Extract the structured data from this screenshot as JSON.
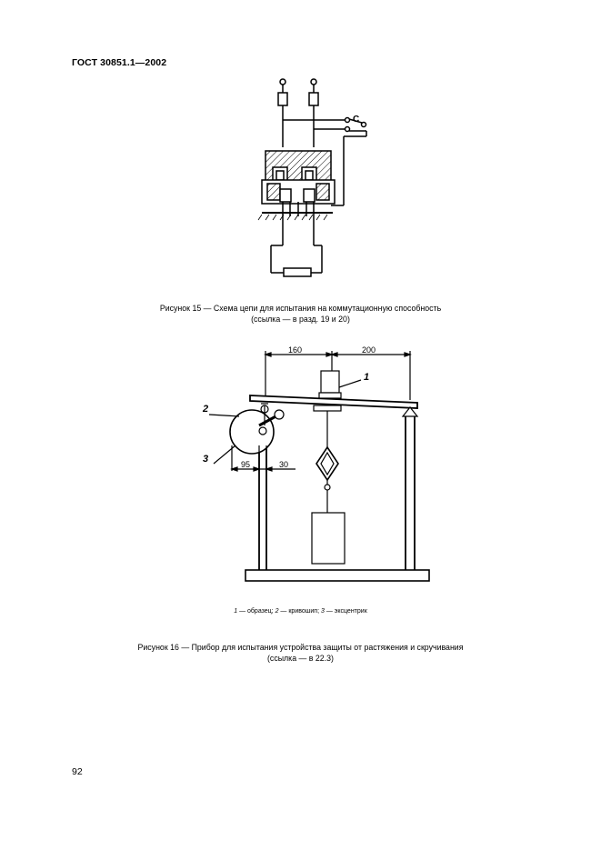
{
  "header": {
    "standard": "ГОСТ 30851.1—2002"
  },
  "figure15": {
    "label_c": "C",
    "caption_line1": "Рисунок 15 — Схема цепи для испытания на коммутационную способность",
    "caption_line2": "(ссылка — в разд. 19 и 20)"
  },
  "figure16": {
    "dim_160": "160",
    "dim_200": "200",
    "dim_95": "95",
    "dim_30": "30",
    "label_1": "1",
    "label_2": "2",
    "label_3": "3",
    "legend": {
      "n1": "1",
      "t1": " — образец; ",
      "n2": "2",
      "t2": " — кривошип; ",
      "n3": "3",
      "t3": " — эксцентрик"
    },
    "caption_line1": "Рисунок 16 — Прибор для испытания устройства защиты от растяжения и скручивания",
    "caption_line2": "(ссылка — в 22.3)"
  },
  "page_number": "92"
}
